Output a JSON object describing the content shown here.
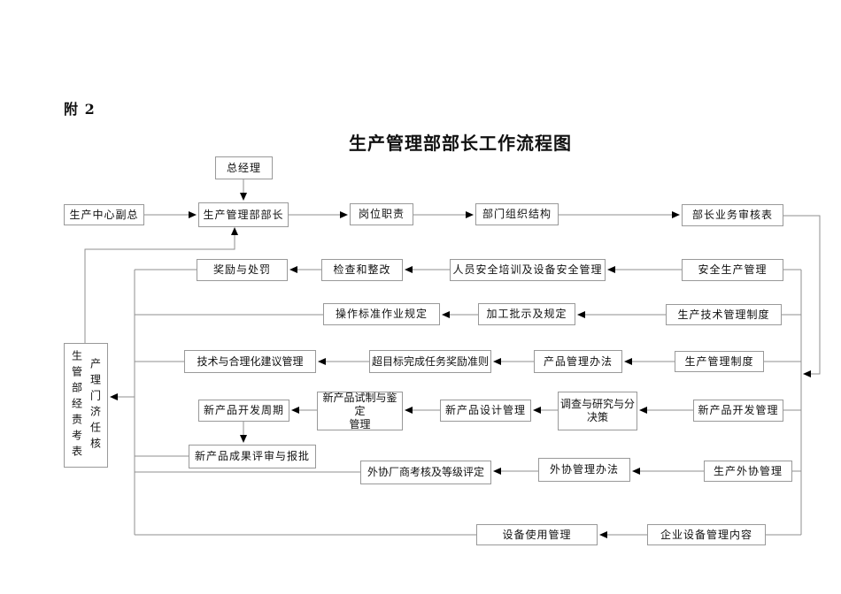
{
  "page": {
    "attachment_label": "附 2",
    "title": "生产管理部部长工作流程图"
  },
  "colors": {
    "background": "#ffffff",
    "box_border": "#999999",
    "line": "#8f8f8f",
    "arrowhead": "#000000",
    "text": "#111111"
  },
  "nodes": {
    "general_manager": {
      "label": "总经理"
    },
    "production_center_deputy": {
      "label": "生产中心副总"
    },
    "production_dept_head": {
      "label": "生产管理部部长"
    },
    "post_duty": {
      "label": "岗位职责"
    },
    "dept_org_structure": {
      "label": "部门组织结构"
    },
    "head_business_review": {
      "label": "部长业务审核表"
    },
    "reward_punishment": {
      "label": "奖励与处罚"
    },
    "inspection_rectification": {
      "label": "检查和整改"
    },
    "personnel_safety_training": {
      "label": "人员安全培训及设备安全管理"
    },
    "safety_production_mgmt": {
      "label": "安全生产管理"
    },
    "operation_standard_rules": {
      "label": "操作标准作业规定"
    },
    "processing_instructions": {
      "label": "加工批示及规定"
    },
    "production_tech_mgmt_system": {
      "label": "生产技术管理制度"
    },
    "tech_rationalization_mgmt": {
      "label": "技术与合理化建议管理"
    },
    "over_target_reward_rules": {
      "label": "超目标完成任务奖励准则"
    },
    "product_mgmt_method": {
      "label": "产品管理办法"
    },
    "production_mgmt_system": {
      "label": "生产管理制度"
    },
    "new_product_dev_cycle": {
      "label": "新产品开发周期"
    },
    "new_product_trial_appraisal": {
      "line1": "新产品试制与鉴定",
      "line2": "管理"
    },
    "new_product_design_mgmt": {
      "label": "新产品设计管理"
    },
    "investigation_research_decision": {
      "line1": "调查与研究与分",
      "line2": "决策"
    },
    "new_product_dev_mgmt": {
      "label": "新产品开发管理"
    },
    "new_product_result_review": {
      "label": "新产品成果评审与报批"
    },
    "supplier_assessment_grading": {
      "label": "外协厂商考核及等级评定"
    },
    "outsourcing_mgmt_method": {
      "label": "外协管理办法"
    },
    "production_outsourcing_mgmt": {
      "label": "生产外协管理"
    },
    "equipment_usage_mgmt": {
      "label": "设备使用管理"
    },
    "enterprise_equipment_mgmt": {
      "label": "企业设备管理内容"
    },
    "responsibility_assessment_table": {
      "full_label": "生产管理部门经济责任考核表",
      "column1": "生管部经责考表",
      "column2": "产理门济任核"
    }
  }
}
